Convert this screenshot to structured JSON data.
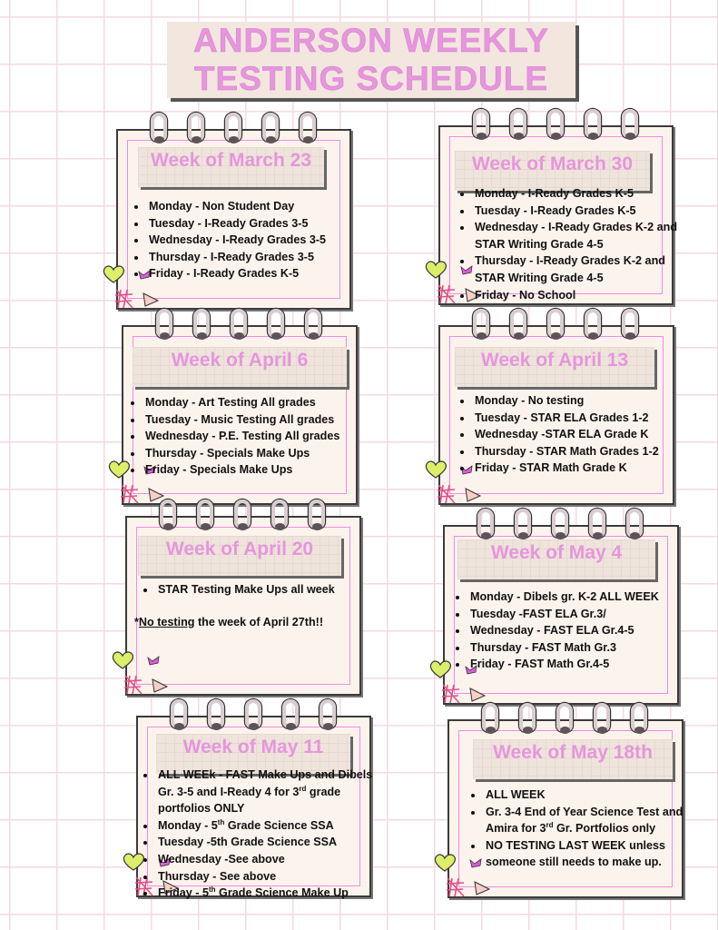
{
  "title": {
    "line1": "ANDERSON WEEKLY",
    "line2": "TESTING SCHEDULE"
  },
  "colors": {
    "title_pink": "#e596dc",
    "border_pink": "#f08ce6",
    "heart_green": "#dcee6a",
    "heart_magenta": "#e05ae0",
    "card_bg": "#fcf3ec"
  },
  "icons": [
    "spiral-ring-icon",
    "heart-icon",
    "small-heart-icon",
    "hash-doodle-icon",
    "triangle-icon"
  ],
  "weeks": [
    {
      "title": "Week of March 23",
      "items": [
        "Monday - Non Student Day",
        "Tuesday - I-Ready Grades 3-5",
        "Wednesday - I-Ready Grades 3-5",
        "Thursday - I-Ready Grades 3-5",
        "Friday - I-Ready Grades K-5"
      ]
    },
    {
      "title": "Week of  March 30",
      "items": [
        "Monday - I-Ready Grades K-5",
        "Tuesday - I-Ready Grades K-5",
        "Wednesday - I-Ready Grades K-2 and STAR Writing Grade 4-5",
        "Thursday -  I-Ready Grades K-2 and STAR Writing Grade 4-5",
        "Friday - No School"
      ]
    },
    {
      "title": "Week of April 6",
      "items": [
        "Monday - Art Testing All grades",
        "Tuesday - Music Testing All grades",
        "Wednesday - P.E. Testing All grades",
        "Thursday - Specials Make Ups",
        "Friday - Specials Make Ups"
      ]
    },
    {
      "title": "Week of April 13",
      "items": [
        "Monday - No testing",
        "Tuesday - STAR ELA Grades 1-2",
        "Wednesday -STAR ELA Grade K",
        "Thursday - STAR Math Grades 1-2",
        "Friday - STAR Math Grade K"
      ]
    },
    {
      "title": "Week of April 20",
      "items": [
        "STAR Testing Make Ups all week"
      ],
      "note_prefix": "*",
      "note_underlined": "No testing",
      "note_rest": " the week of April 27th!!"
    },
    {
      "title": "Week of May 4",
      "items": [
        "Monday - Dibels gr. K-2 ALL WEEK",
        "Tuesday -FAST ELA Gr.3/",
        "Wednesday -  FAST ELA Gr.4-5",
        "Thursday - FAST Math Gr.3",
        "Friday - FAST Math Gr.4-5"
      ]
    },
    {
      "title": "Week of May 11",
      "items": [
        "ALL WEEk - FAST Make Ups and Dibels Gr. 3-5 and I-Ready 4 for 3^rd grade portfolios ONLY",
        "Monday - 5^th Grade Science SSA",
        "Tuesday -5th Grade Science SSA",
        "Wednesday -See above",
        "Thursday - See above",
        "Friday - 5^th Grade Science Make Up"
      ]
    },
    {
      "title": "Week of May 18th",
      "items": [
        "ALL WEEK",
        "Gr. 3-4 End of Year Science Test and Amira for 3^rd Gr. Portfolios only",
        "NO TESTING LAST WEEK unless someone still needs to make up."
      ]
    }
  ]
}
